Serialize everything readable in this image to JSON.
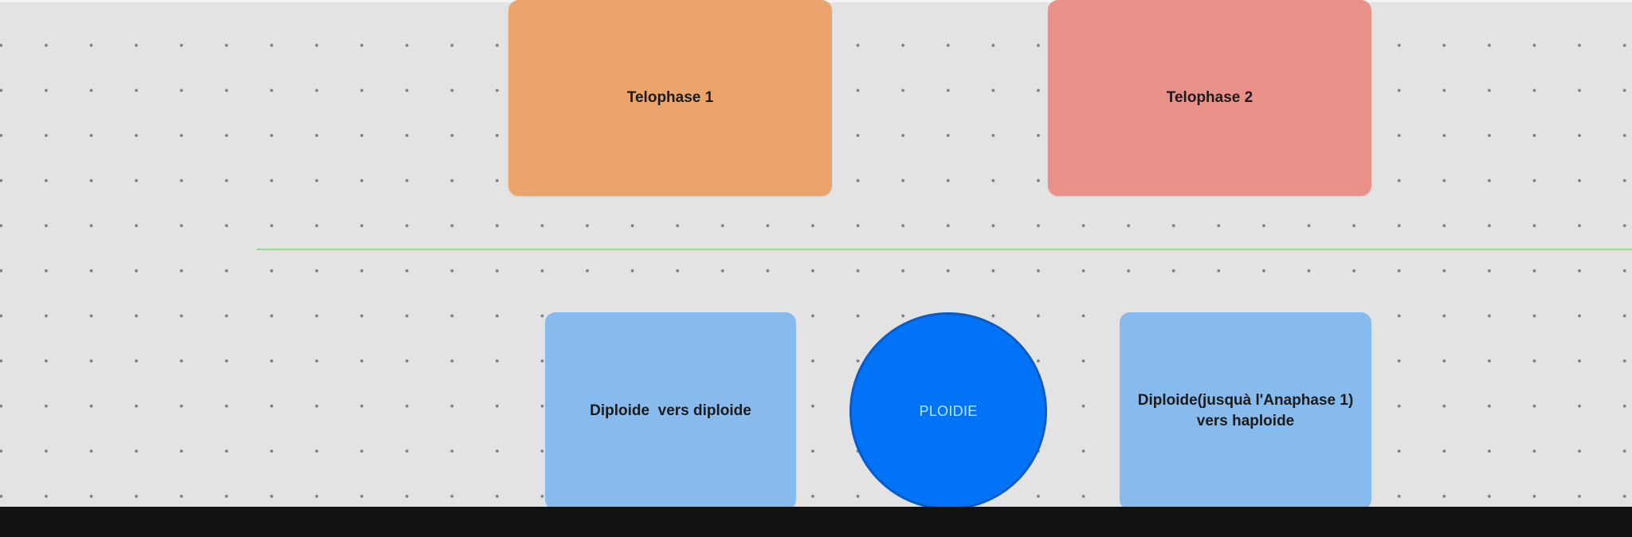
{
  "diagram": {
    "top_row": [
      {
        "id": "telophase-1",
        "label": "Telophase 1",
        "color": "#eba46b"
      },
      {
        "id": "telophase-2",
        "label": "Telophase 2",
        "color": "#e99189"
      }
    ],
    "bottom_row": {
      "left_card": {
        "label": "Diploide  vers diploide",
        "color": "#87bbed"
      },
      "center_circle": {
        "label": "PLOIDIE",
        "color": "#0073f7"
      },
      "right_card": {
        "label": "Diploide(jusquà l'Anaphase 1)\nvers haploide",
        "color": "#87bbed"
      }
    },
    "divider_color": "#9ed59c",
    "background": "dotted-grid"
  }
}
